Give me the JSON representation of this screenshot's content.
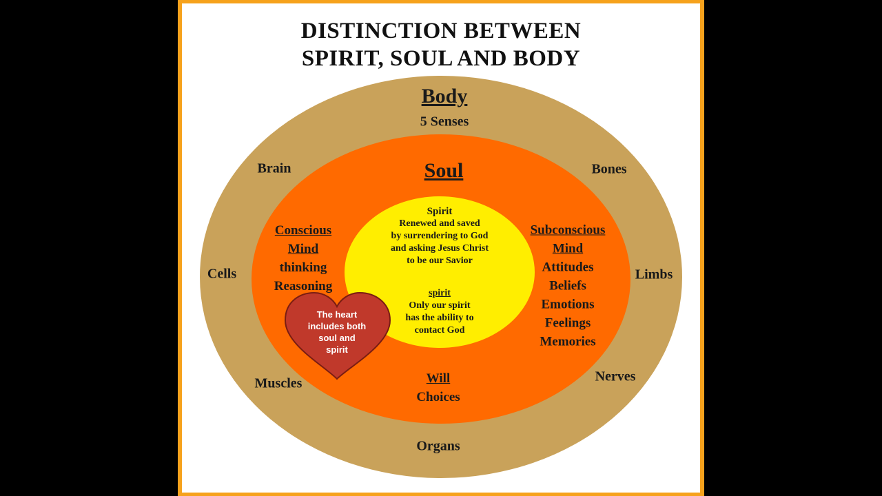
{
  "title": {
    "line1": "DISTINCTION BETWEEN",
    "line2": "SPIRIT, SOUL AND BODY"
  },
  "colors": {
    "frame": "#f6a21c",
    "body_ring": "#c9a25a",
    "soul_ring": "#ff6a00",
    "spirit_core": "#ffee00",
    "heart": "#c0392b"
  },
  "body": {
    "heading": "Body",
    "senses": "5 Senses",
    "brain": "Brain",
    "bones": "Bones",
    "cells": "Cells",
    "limbs": "Limbs",
    "muscles": "Muscles",
    "nerves": "Nerves",
    "organs": "Organs"
  },
  "soul": {
    "heading": "Soul",
    "conscious_line1": "Conscious",
    "conscious_line2": "Mind",
    "conscious_items": [
      "thinking",
      "Reasoning"
    ],
    "sub_line1": "Subconscious",
    "sub_line2": "Mind",
    "sub_items": [
      "Attitudes",
      "Beliefs",
      "Emotions",
      "Feelings",
      "Memories"
    ],
    "will": "Will",
    "choices": "Choices"
  },
  "spirit": {
    "heading": "Spirit",
    "text_lines": [
      "Renewed and saved",
      "by surrendering to God",
      "and asking Jesus Christ",
      "to be our Savior"
    ],
    "sub_heading": "spirit",
    "sub_lines": [
      "Only our spirit",
      "has the ability to",
      "contact God"
    ]
  },
  "heart": {
    "lines": [
      "The heart",
      "includes both",
      "soul and",
      "spirit"
    ]
  }
}
